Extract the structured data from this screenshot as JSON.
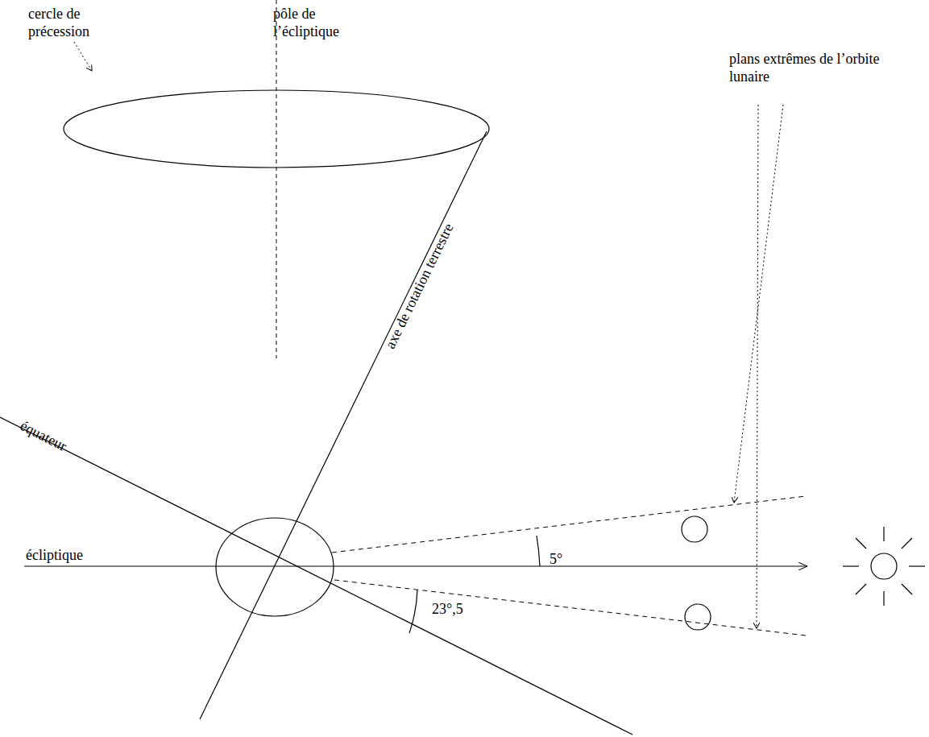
{
  "diagram": {
    "labels": [
      "pôle de l’écliptique",
      "cercle de précession",
      "axe de rotation terrestre",
      "plans extrêmes de l’orbite lunaire",
      "équateur",
      "écliptique",
      "5°",
      "23°,5"
    ]
  }
}
